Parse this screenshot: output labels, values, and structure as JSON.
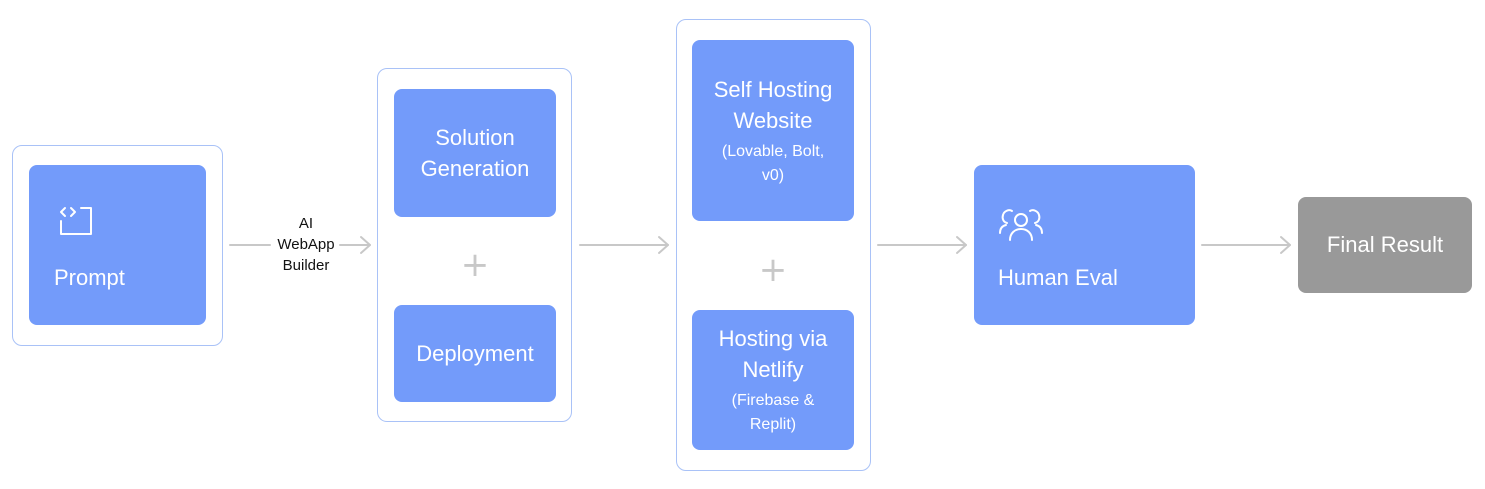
{
  "nodes": {
    "prompt": {
      "label": "Prompt",
      "icon": "code-prompt-icon"
    },
    "solution_generation": {
      "label": "Solution\nGeneration"
    },
    "deployment": {
      "label": "Deployment"
    },
    "self_hosting": {
      "label": "Self Hosting\nWebsite",
      "sub": "(Lovable, Bolt,\nv0)"
    },
    "netlify": {
      "label": "Hosting via\nNetlify",
      "sub": "(Firebase &\nReplit)"
    },
    "human_eval": {
      "label": "Human Eval",
      "icon": "users-group-icon"
    },
    "final_result": {
      "label": "Final Result"
    }
  },
  "combiners": {
    "plus": "+"
  },
  "edges": {
    "prompt_to_solution": {
      "label": "AI\nWebApp\nBuilder"
    }
  },
  "colors": {
    "node_fill": "#739bfa",
    "group_border": "#a9c2f7",
    "arrow": "#c8c8c8",
    "final_fill": "#999999"
  }
}
